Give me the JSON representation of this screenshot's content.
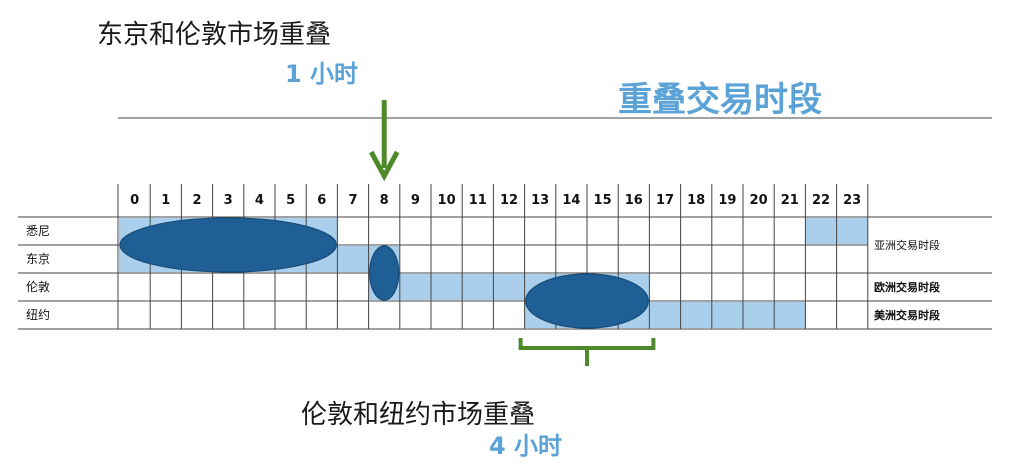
{
  "title": "重叠交易时段",
  "annotations": {
    "top": {
      "label": "东京和伦敦市场重叠",
      "duration": "1 小时"
    },
    "bottom": {
      "label": "伦敦和纽约市场重叠",
      "duration": "4 小时"
    }
  },
  "hours": [
    "0",
    "1",
    "2",
    "3",
    "4",
    "5",
    "6",
    "7",
    "8",
    "9",
    "10",
    "11",
    "12",
    "13",
    "14",
    "15",
    "16",
    "17",
    "18",
    "19",
    "20",
    "21",
    "22",
    "23"
  ],
  "markets": [
    {
      "name": "悉尼",
      "segments": [
        [
          0,
          7
        ],
        [
          22,
          24
        ]
      ]
    },
    {
      "name": "东京",
      "segments": [
        [
          0,
          9
        ]
      ]
    },
    {
      "name": "伦敦",
      "segments": [
        [
          8,
          17
        ]
      ]
    },
    {
      "name": "纽约",
      "segments": [
        [
          13,
          22
        ]
      ]
    }
  ],
  "sessions": [
    {
      "label": "亚洲交易时段",
      "rows": [
        0,
        1
      ]
    },
    {
      "label": "欧洲交易时段",
      "rows": [
        2
      ]
    },
    {
      "label": "美洲交易时段",
      "rows": [
        3
      ]
    }
  ],
  "highlights": [
    {
      "rows": [
        0,
        1
      ],
      "hours": [
        0,
        7
      ]
    },
    {
      "rows": [
        1,
        2
      ],
      "hours": [
        8,
        9
      ]
    },
    {
      "rows": [
        2,
        3
      ],
      "hours": [
        13,
        17
      ]
    }
  ],
  "top_arrow_hour": 8,
  "bottom_bracket_hours": [
    13,
    17
  ],
  "colors": {
    "bar": "#a9cfed",
    "highlight": "#1f5f95",
    "arrow": "#4f8a2a",
    "accent": "#5ba3d6",
    "grid": "#444444"
  }
}
